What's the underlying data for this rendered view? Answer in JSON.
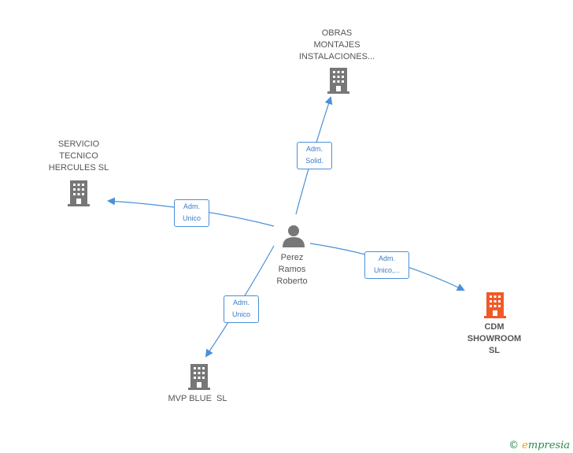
{
  "nodes": {
    "obras": {
      "lines": [
        "OBRAS",
        "MONTAJES",
        "INSTALACIONES..."
      ],
      "color": "#777777"
    },
    "servicio": {
      "lines": [
        "SERVICIO",
        "TECNICO",
        "HERCULES SL"
      ],
      "color": "#777777"
    },
    "cdm": {
      "lines": [
        "CDM",
        "SHOWROOM",
        "SL"
      ],
      "color": "#f05a28"
    },
    "mvp": {
      "lines": [
        "MVP BLUE  SL"
      ],
      "color": "#777777"
    },
    "person": {
      "lines": [
        "Perez",
        "Ramos",
        "Roberto"
      ],
      "color": "#777777"
    }
  },
  "edges": {
    "obras": [
      "Adm.",
      "Solid."
    ],
    "servicio": [
      "Adm.",
      "Unico"
    ],
    "cdm": [
      "Adm.",
      "Unico,..."
    ],
    "mvp": [
      "Adm.",
      "Unico"
    ]
  },
  "colors": {
    "edge": "#4a90d9"
  },
  "footer": {
    "copyright": "©",
    "brand_first": "e",
    "brand_rest": "mpresia"
  }
}
